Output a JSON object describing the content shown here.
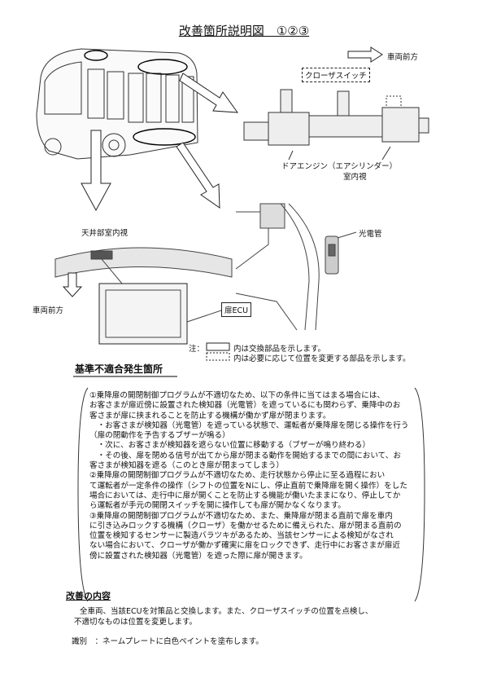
{
  "title": "改善箇所説明図　①②③",
  "diagram": {
    "front_direction": "車両前方",
    "closer_switch": "クローザスイッチ",
    "door_engine": "ドアエンジン（エアシリンダー）",
    "interior_view": "室内視",
    "photo_sensor": "光電管",
    "ceiling_view": "天井部室内視",
    "front_direction_left": "車両前方",
    "door_ecu": "扉ECU",
    "nonconformity_location": "基準不適合発生箇所"
  },
  "legend": {
    "note_label": "注：",
    "replaced": "内は交換部品を示します。",
    "relocated": "内は必要に応じて位置を変更する部品を示します。"
  },
  "description": [
    "①乗降扉の開閉制御プログラムが不適切なため、以下の条件に当てはまる場合には、",
    "お客さまが扉近傍に設置された検知器（光電管）を遮っているにも関わらず、乗降中のお",
    "客さまが扉に挟まれることを防止する機構が働かず扉が閉まります。",
    "　・お客さまが検知器（光電管）を遮っている状態で、運転者が乗降扉を閉じる操作を行う",
    "（扉の閉動作を予告するブザーが鳴る）",
    "　・次に、お客さまが検知器を遮らない位置に移動する（ブザーが鳴り終わる）",
    "　・その後、扉を閉める信号が出てから扉が閉まる動作を開始するまでの間において、お",
    "客さまが検知器を遮る（このとき扉が閉まってしまう）",
    "②乗降扉の開閉制御プログラムが不適切なため、走行状態から停止に至る過程におい",
    "て運転者が一定条件の操作（シフトの位置をNにし、停止直前で乗降扉を開く操作）をした",
    "場合においては、走行中に扉が開くことを防止する機能が働いたままになり、停止してか",
    "ら運転者が手元の開閉スイッチを開に操作しても扉が開かなくなります。",
    "③乗降扉の開閉制御プログラムが不適切なため、また、乗降扉が閉まる直前で扉を車内",
    "に引き込みロックする機構（クローザ）を働かせるために備えられた、扉が閉まる直前の",
    "位置を検知するセンサーに製造バラツキがあるため、当該センサーによる検知がなされ",
    "ない場合において、クローザが働かず確実に扉をロックできず、走行中にお客さまが扉近",
    "傍に設置された検知器（光電管）を遮った際に扉が開きます。"
  ],
  "improvement": {
    "heading": "改善の内容",
    "line1": "全車両、当該ECUを対策品と交換します。また、クローザスイッチの位置を点検し、",
    "line2": "不適切なものは位置を変更します。",
    "identification": "識別　：ネームプレートに白色ペイントを塗布します。"
  }
}
